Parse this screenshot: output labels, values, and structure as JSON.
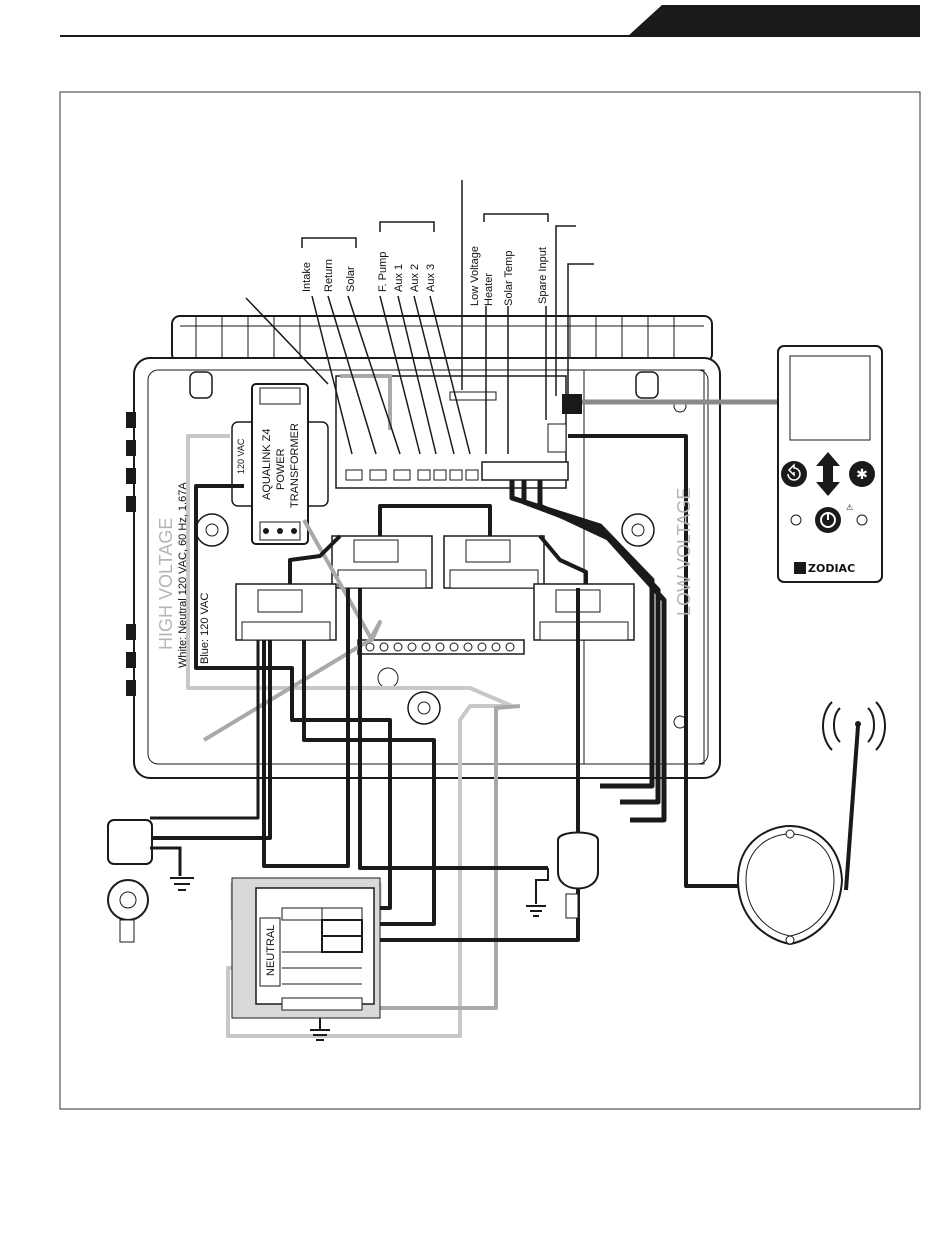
{
  "header": {
    "accent_color": "#1a1a1a"
  },
  "valve_labels": [
    "Intake",
    "Return",
    "Solar"
  ],
  "relay_labels": [
    "F. Pump",
    "Aux 1",
    "Aux 2",
    "Aux 3"
  ],
  "low_voltage_label": "Low Voltage",
  "sensor_labels": [
    "Heater",
    "Solar Temp"
  ],
  "spare_input_label": "Spare Input",
  "transformer": {
    "line1": "AQUALINK Z4",
    "line2": "POWER",
    "line3": "TRANSFORMER",
    "rating": "120 VAC"
  },
  "high_voltage_label": "HIGH VOLTAGE",
  "white_wire_label": "White: Neutral 120 VAC, 60 Hz, 1.67A",
  "blue_wire_label": "Blue: 120 VAC",
  "low_voltage_side_label": "LOW VOLTAGE",
  "breaker_panel": {
    "neutral_label": "NEUTRAL"
  },
  "control_panel": {
    "brand": "ZODIAC"
  },
  "wire_colors": {
    "dark": "#1a1a1a",
    "gray": "#a9a9a9",
    "light": "#c8c8c8"
  }
}
